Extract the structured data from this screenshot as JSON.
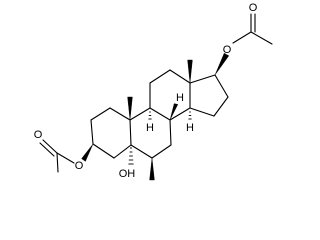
{
  "molecule": {
    "atom_labels": {
      "ester_oxygen_c17": "O",
      "carbonyl_oxygen_c17": "O",
      "ester_oxygen_c3": "O",
      "carbonyl_oxygen_c3": "O",
      "hydroxyl_c5": "OH",
      "h_c9": "H",
      "h_c8": "H",
      "h_c14": "H"
    }
  }
}
